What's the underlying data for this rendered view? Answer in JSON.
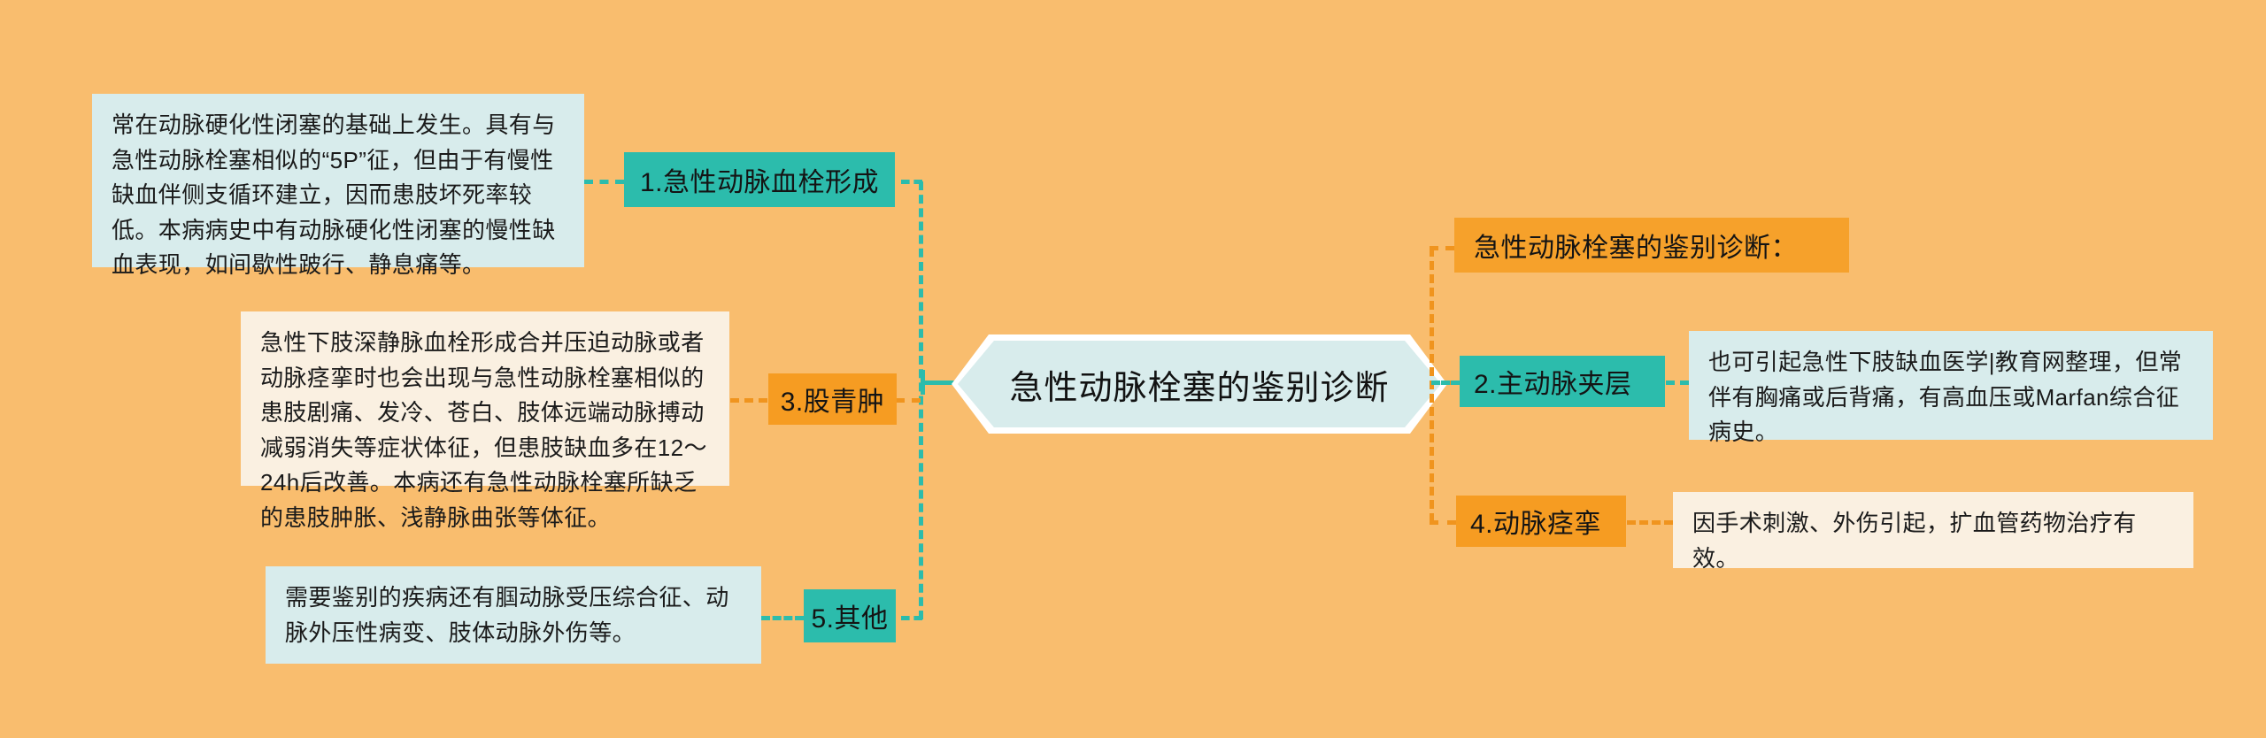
{
  "diagram": {
    "title": "急性动脉栓塞的鉴别诊断",
    "background_color": "#F9BD6E",
    "accent_teal": "#2CBCAC",
    "accent_orange": "#F69C22",
    "note_cyan": "#D8ECEC",
    "note_cream": "#FAF0E1"
  },
  "center": {
    "label": "急性动脉栓塞的鉴别诊断"
  },
  "right_banner": {
    "label": "急性动脉栓塞的鉴别诊断："
  },
  "branches": [
    {
      "id": "branch-1",
      "chip": "1.急性动脉血栓形成",
      "chip_color": "teal",
      "side": "left",
      "note": "常在动脉硬化性闭塞的基础上发生。具有与急性动脉栓塞相似的“5P”征，但由于有慢性缺血伴侧支循环建立，因而患肢坏死率较低。本病病史中有动脉硬化性闭塞的慢性缺血表现，如间歇性跛行、静息痛等。",
      "note_color": "cyan"
    },
    {
      "id": "branch-3",
      "chip": "3.股青肿",
      "chip_color": "orange",
      "side": "left",
      "note": "急性下肢深静脉血栓形成合并压迫动脉或者动脉痉挛时也会出现与急性动脉栓塞相似的患肢剧痛、发冷、苍白、肢体远端动脉搏动减弱消失等症状体征，但患肢缺血多在12～24h后改善。本病还有急性动脉栓塞所缺乏的患肢肿胀、浅静脉曲张等体征。",
      "note_color": "cream"
    },
    {
      "id": "branch-5",
      "chip": "5.其他",
      "chip_color": "teal",
      "side": "left",
      "note": "需要鉴别的疾病还有腘动脉受压综合征、动脉外压性病变、肢体动脉外伤等。",
      "note_color": "cyan"
    },
    {
      "id": "branch-2",
      "chip": "2.主动脉夹层",
      "chip_color": "teal",
      "side": "right",
      "note": "也可引起急性下肢缺血医学|教育网整理，但常伴有胸痛或后背痛，有高血压或Marfan综合征病史。",
      "note_color": "cyan"
    },
    {
      "id": "branch-4",
      "chip": "4.动脉痉挛",
      "chip_color": "orange",
      "side": "right",
      "note": "因手术刺激、外伤引起，扩血管药物治疗有效。",
      "note_color": "cream"
    }
  ]
}
